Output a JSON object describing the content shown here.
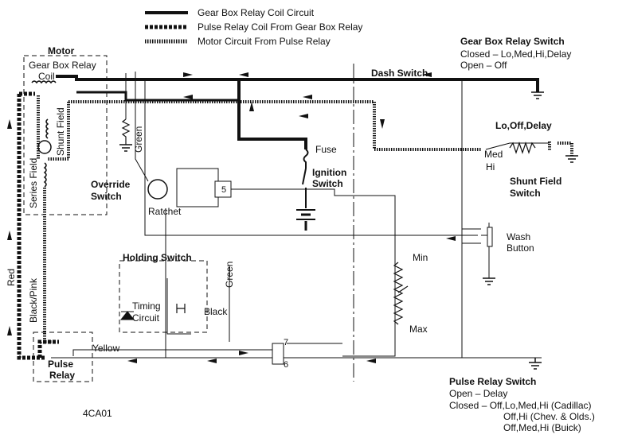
{
  "legend": {
    "gear_box_relay_coil_circuit": "Gear Box Relay Coil Circuit",
    "pulse_relay_coil": "Pulse Relay Coil From Gear Box Relay",
    "motor_circuit": "Motor Circuit From Pulse Relay"
  },
  "labels": {
    "motor": "Motor",
    "gear_box_relay": "Gear Box Relay",
    "coil": "Coil",
    "shunt_field": "Shunt Field",
    "series_field": "Series Field",
    "green_1": "Green",
    "green_2": "Green",
    "override_switch_1": "Override",
    "override_switch_2": "Switch",
    "ratchet": "Ratchet",
    "dash_switch": "Dash Switch",
    "fuse": "Fuse",
    "ignition_1": "Ignition",
    "ignition_2": "Switch",
    "holding_switch": "Holding Switch",
    "timing_1": "Timing",
    "timing_2": "Circuit",
    "black": "Black",
    "red": "Red",
    "black_pink": "Black/Pink",
    "yellow": "Yellow",
    "pulse_relay_1": "Pulse",
    "pulse_relay_2": "Relay",
    "min": "Min",
    "max": "Max",
    "wash_1": "Wash",
    "wash_2": "Button",
    "lo_off_delay": "Lo,Off,Delay",
    "med": "Med",
    "hi": "Hi",
    "shunt_field_switch_1": "Shunt Field",
    "shunt_field_switch_2": "Switch",
    "terminal_5": "5",
    "terminal_6": "6",
    "terminal_7": "7",
    "figure_id": "4CA01"
  },
  "gear_box_switch": {
    "title": "Gear Box Relay Switch",
    "closed": "Closed  –  Lo,Med,Hi,Delay",
    "open": "Open  –  Off"
  },
  "pulse_relay_switch": {
    "title": "Pulse Relay Switch",
    "open": "Open  –  Delay",
    "closed": "Closed  –  Off,Lo,Med,Hi (Cadillac)",
    "closed_2": "Off,Hi (Chev. & Olds.)",
    "closed_3": "Off,Med,Hi (Buick)"
  }
}
